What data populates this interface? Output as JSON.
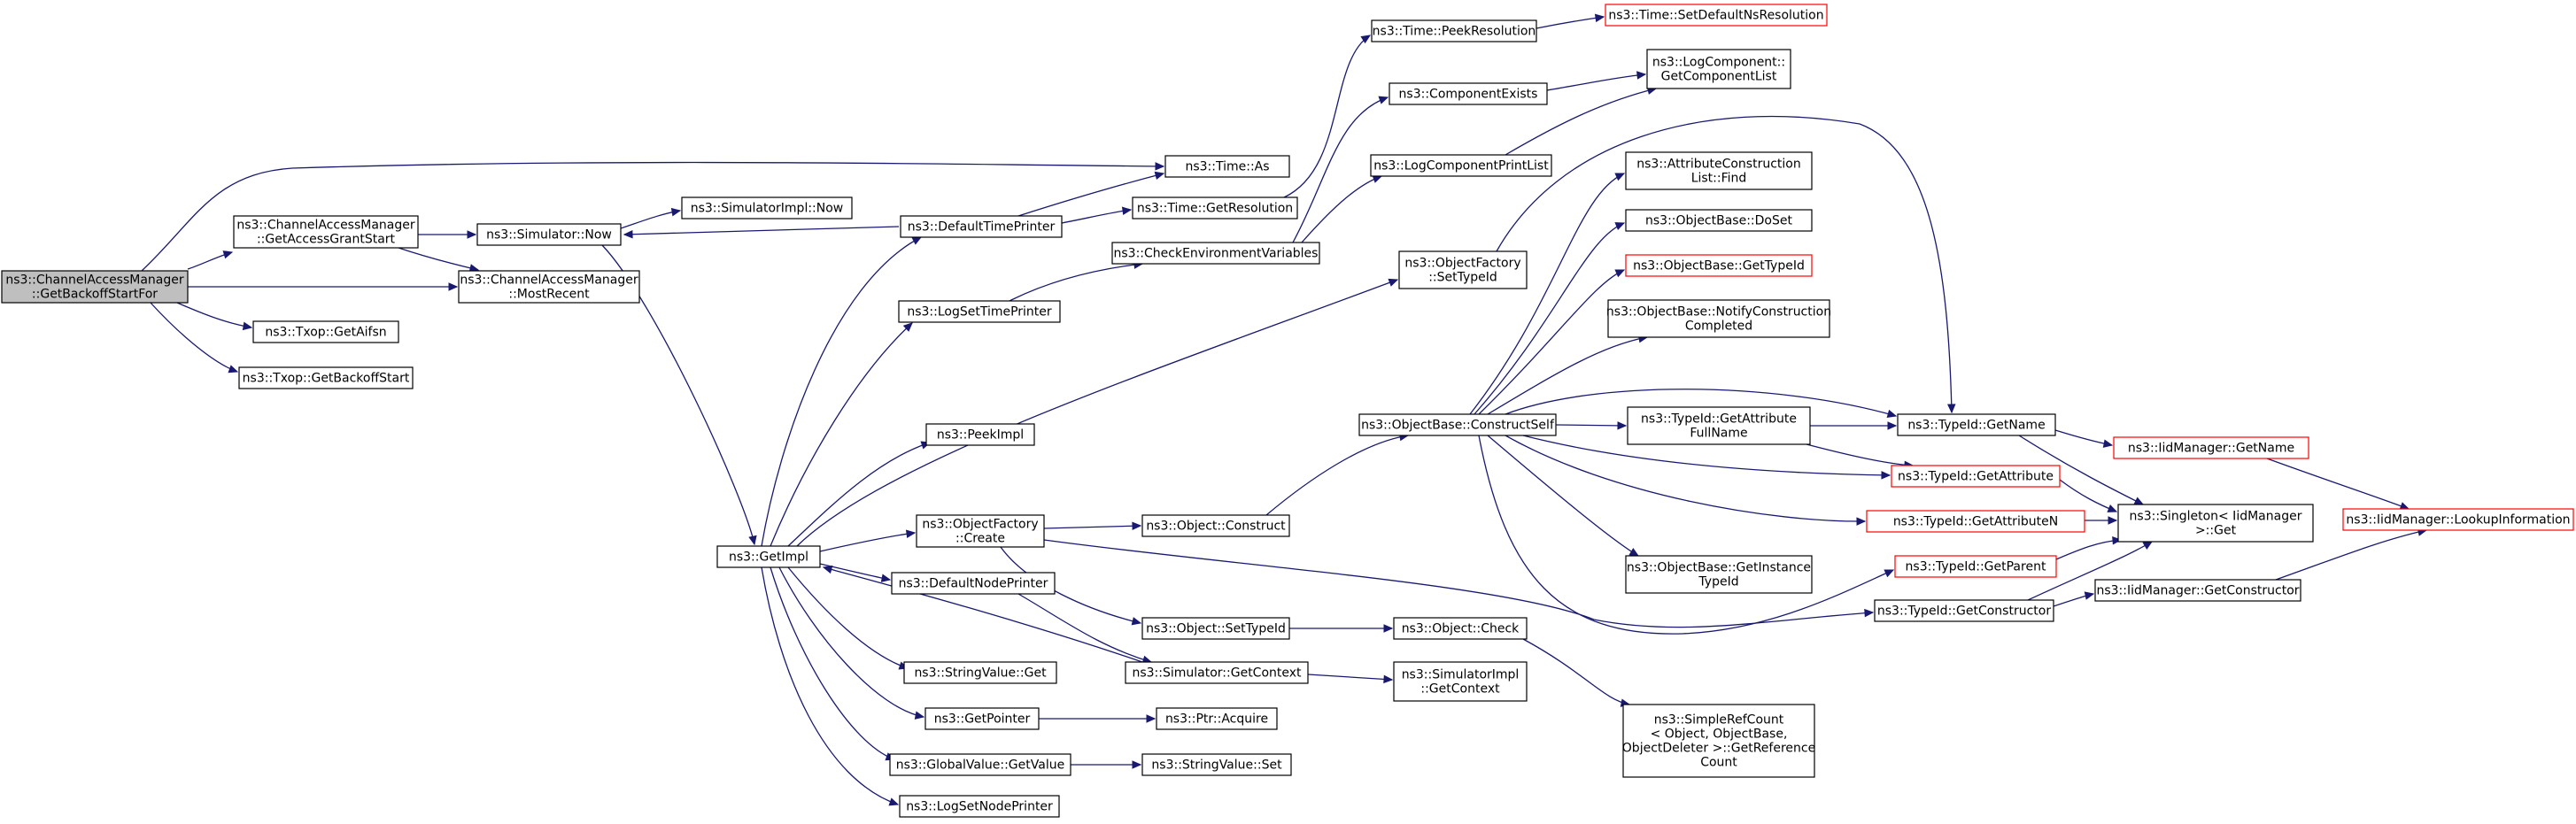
{
  "colors": {
    "edge": "#191970",
    "node_border": "#000000",
    "truncated_border": "#ff0000",
    "current_fill": "#bfbfbf"
  },
  "nodes": {
    "getbackoffstartfor": [
      "ns3::ChannelAccessManager",
      "::GetBackoffStartFor"
    ],
    "getaccessgrantstart": [
      "ns3::ChannelAccessManager",
      "::GetAccessGrantStart"
    ],
    "mostrecent": [
      "ns3::ChannelAccessManager",
      "::MostRecent"
    ],
    "getaifsn": [
      "ns3::Txop::GetAifsn"
    ],
    "getbackoffstart": [
      "ns3::Txop::GetBackoffStart"
    ],
    "simulator-now": [
      "ns3::Simulator::Now"
    ],
    "simulatorimpl-now": [
      "ns3::SimulatorImpl::Now"
    ],
    "getimpl": [
      "ns3::GetImpl"
    ],
    "defaulttimeprinter": [
      "ns3::DefaultTimePrinter"
    ],
    "logsettimeprinter": [
      "ns3::LogSetTimePrinter"
    ],
    "peekimpl": [
      "ns3::PeekImpl"
    ],
    "objectfactory-create": [
      "ns3::ObjectFactory",
      "::Create"
    ],
    "defaultnodeprinter": [
      "ns3::DefaultNodePrinter"
    ],
    "stringvalue-get": [
      "ns3::StringValue::Get"
    ],
    "getpointer": [
      "ns3::GetPointer"
    ],
    "globalvalue-getvalue": [
      "ns3::GlobalValue::GetValue"
    ],
    "logsetnodeprinter": [
      "ns3::LogSetNodePrinter"
    ],
    "time-as": [
      "ns3::Time::As"
    ],
    "time-getresolution": [
      "ns3::Time::GetResolution"
    ],
    "time-peekresolution": [
      "ns3::Time::PeekResolution"
    ],
    "time-setdefaultnsresolution": [
      "ns3::Time::SetDefaultNsResolution"
    ],
    "componentexists": [
      "ns3::ComponentExists"
    ],
    "logcomponentprintlist": [
      "ns3::LogComponentPrintList"
    ],
    "checkenvironmentvariables": [
      "ns3::CheckEnvironmentVariables"
    ],
    "logcomponent-getcomponentlist": [
      "ns3::LogComponent::",
      "GetComponentList"
    ],
    "objectfactory-settypeid": [
      "ns3::ObjectFactory",
      "::SetTypeId"
    ],
    "object-construct": [
      "ns3::Object::Construct"
    ],
    "object-settypeid": [
      "ns3::Object::SetTypeId"
    ],
    "simulator-getcontext": [
      "ns3::Simulator::GetContext"
    ],
    "ptr-acquire": [
      "ns3::Ptr::Acquire"
    ],
    "stringvalue-set": [
      "ns3::StringValue::Set"
    ],
    "objectbase-constructself": [
      "ns3::ObjectBase::ConstructSelf"
    ],
    "object-check": [
      "ns3::Object::Check"
    ],
    "simulatorimpl-getcontext": [
      "ns3::SimulatorImpl",
      "::GetContext"
    ],
    "attributeconstructionlist-find": [
      "ns3::AttributeConstruction",
      "List::Find"
    ],
    "objectbase-doset": [
      "ns3::ObjectBase::DoSet"
    ],
    "objectbase-gettypeid": [
      "ns3::ObjectBase::GetTypeId"
    ],
    "objectbase-notifyconstructioncompleted": [
      "ns3::ObjectBase::NotifyConstruction",
      "Completed"
    ],
    "typeid-getattributefullname": [
      "ns3::TypeId::GetAttribute",
      "FullName"
    ],
    "objectbase-getinstancetypeid": [
      "ns3::ObjectBase::GetInstance",
      "TypeId"
    ],
    "simplerefcount-getreferencecount": [
      "ns3::SimpleRefCount",
      "< Object, ObjectBase,",
      "ObjectDeleter >::GetReference",
      "Count"
    ],
    "typeid-getname": [
      "ns3::TypeId::GetName"
    ],
    "typeid-getattribute": [
      "ns3::TypeId::GetAttribute"
    ],
    "typeid-getattributen": [
      "ns3::TypeId::GetAttributeN"
    ],
    "typeid-getparent": [
      "ns3::TypeId::GetParent"
    ],
    "typeid-getconstructor": [
      "ns3::TypeId::GetConstructor"
    ],
    "iidmanager-getname": [
      "ns3::IidManager::GetName"
    ],
    "singleton-get": [
      "ns3::Singleton< IidManager",
      ">::Get"
    ],
    "iidmanager-getconstructor": [
      "ns3::IidManager::GetConstructor"
    ],
    "iidmanager-lookupinformation": [
      "ns3::IidManager::LookupInformation"
    ]
  }
}
